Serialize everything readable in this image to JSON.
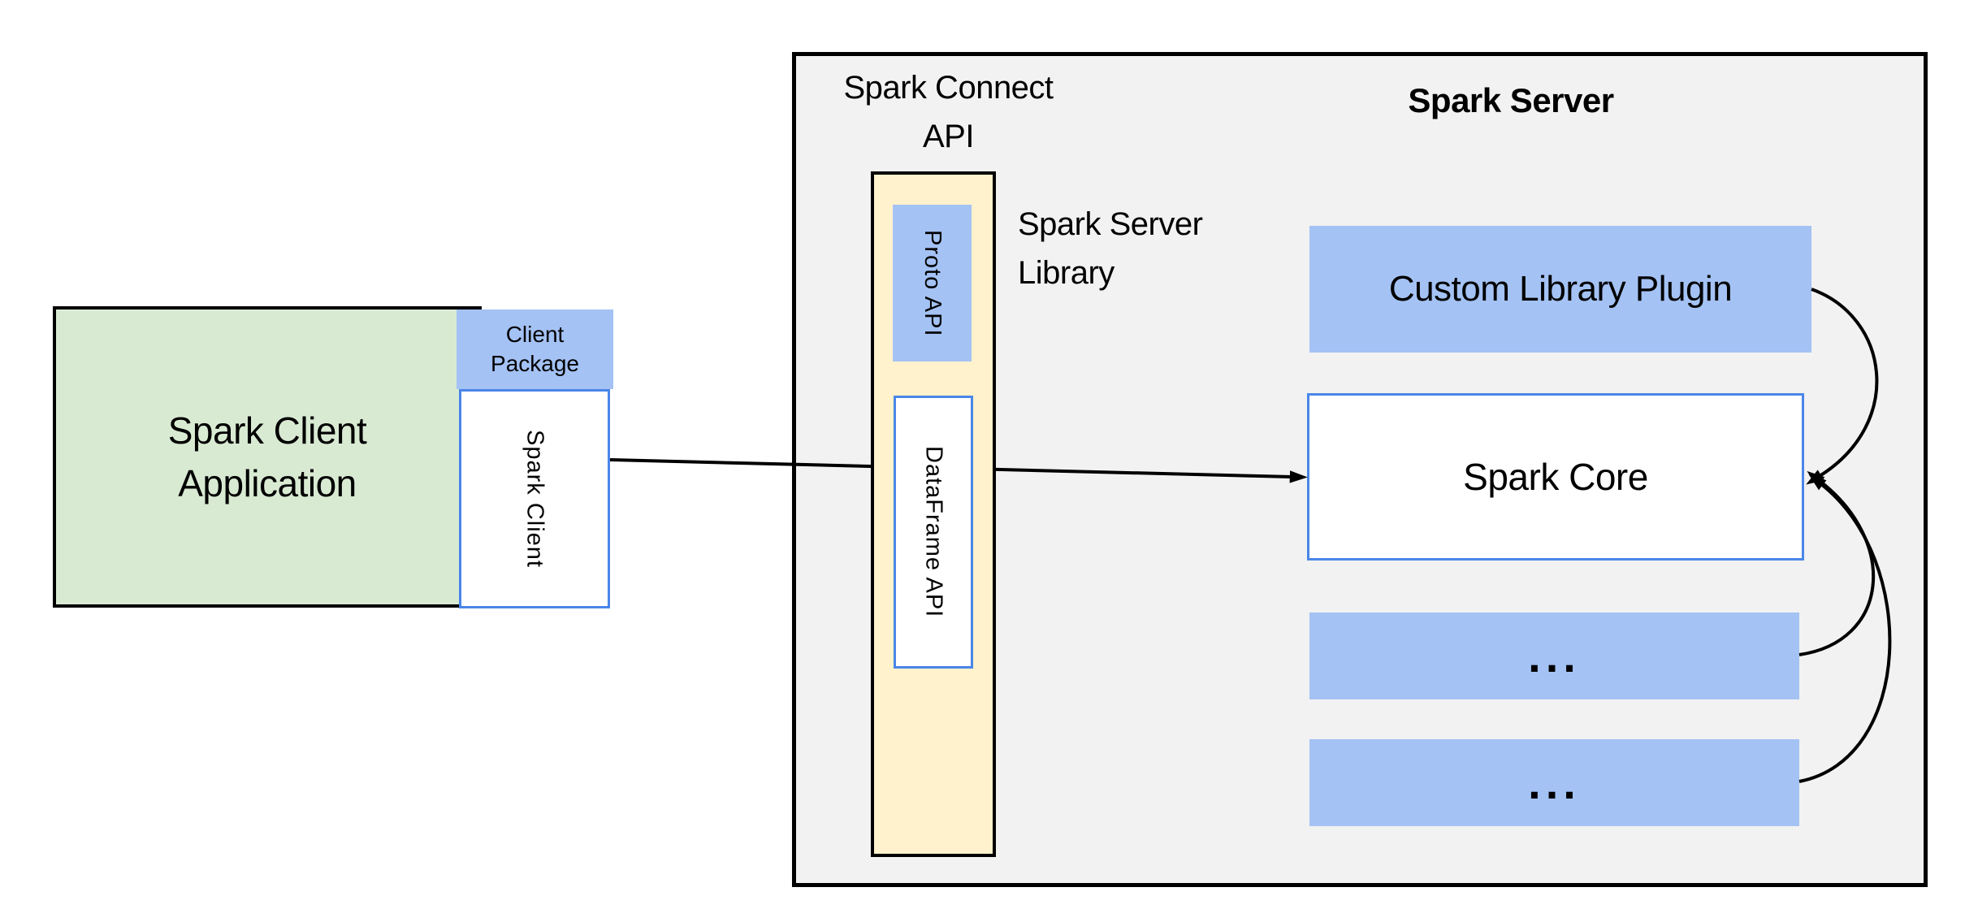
{
  "diagram": {
    "client": {
      "app_lines": [
        "Spark Client",
        "Application"
      ],
      "package_lines": [
        "Client",
        "Package"
      ],
      "client_label": "Spark Client"
    },
    "connect": {
      "title_lines": [
        "Spark Connect",
        "API"
      ],
      "proto_label": "Proto API",
      "dataframe_label": "DataFrame API",
      "library_lines": [
        "Spark Server",
        "Library"
      ]
    },
    "server": {
      "title": "Spark Server",
      "plugin_label": "Custom Library Plugin",
      "core_label": "Spark Core",
      "more_label_1": "...",
      "more_label_2": "..."
    },
    "colors": {
      "box_green": "#d9ead3",
      "box_blue": "#a4c2f4",
      "box_yellow": "#fff2cc",
      "panel_gray": "#f2f2f2",
      "border_blue": "#4a86e8",
      "border_black": "#000000",
      "arrow": "#000000"
    }
  }
}
